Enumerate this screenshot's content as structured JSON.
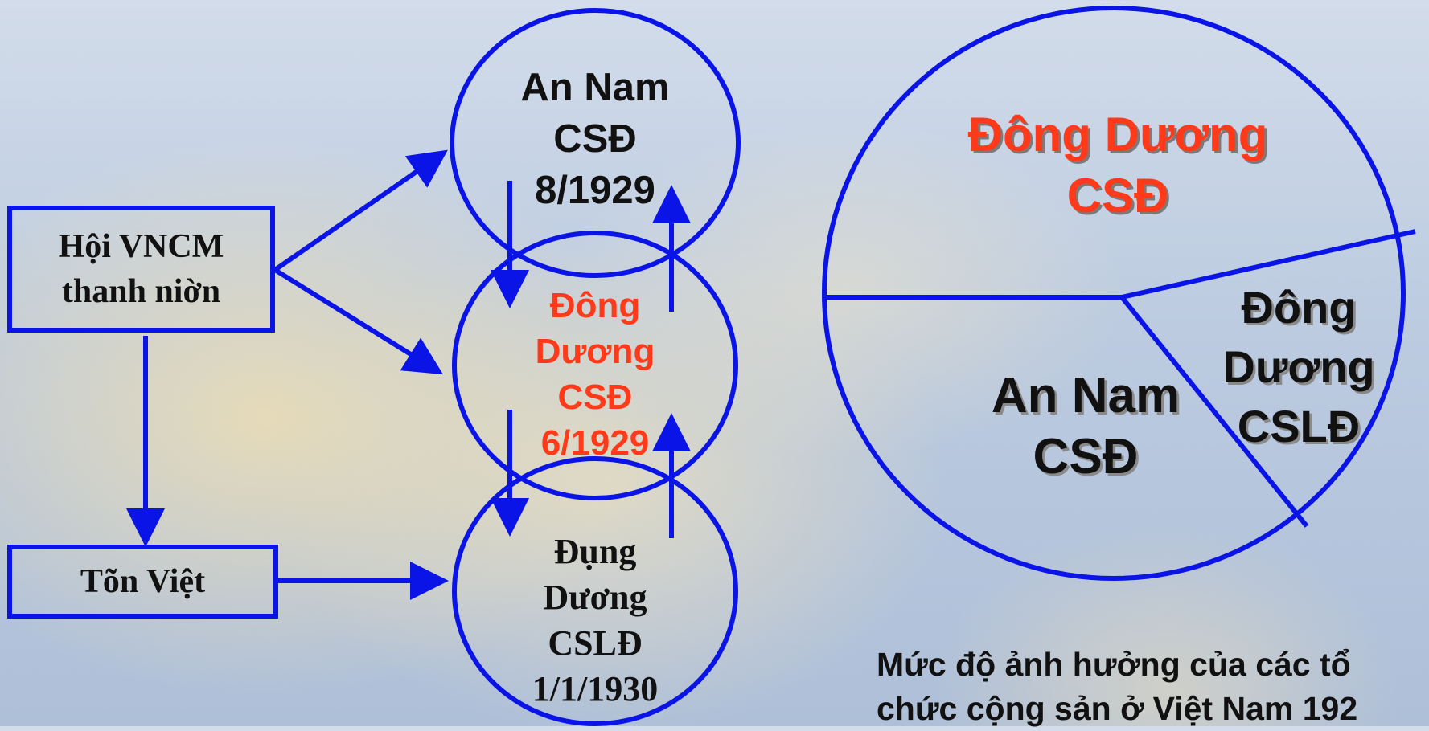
{
  "colors": {
    "stroke": "#0a14e6",
    "accent": "#ff3a1a",
    "text": "#111111"
  },
  "flow": {
    "hoi_vncm": "Hội VNCM\nthanh niờn",
    "ton_viet": "Tõn Việt",
    "an_nam": "An Nam\nCSĐ\n8/1929",
    "dong_duong": "Đông\nDương\nCSĐ\n6/1929",
    "dung_duong": "Đụng\nDương\nCSLĐ\n1/1/1930"
  },
  "pie": {
    "top_label": "Đông Dương\nCSĐ",
    "left_label": "An Nam\nCSĐ",
    "right_label": "Đông\nDương\nCSLĐ"
  },
  "caption": "Mức độ ảnh hưởng của các tổ\nchức cộng sản ở Việt Nam 192"
}
